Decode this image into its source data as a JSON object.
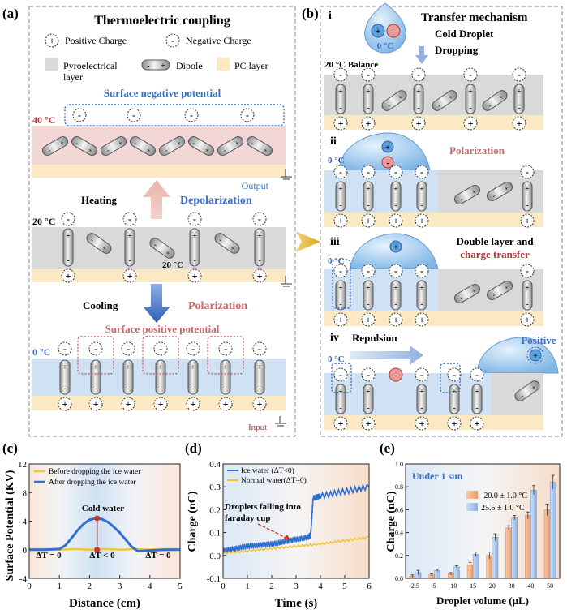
{
  "panel_a": {
    "label": "(a)",
    "title": "Thermoelectric coupling",
    "legend": {
      "positive": "Positive Charge",
      "negative": "Negative Charge",
      "pyro_line1": "Pyroelectrical",
      "pyro_line2": "layer",
      "dipole": "Dipole",
      "pc": "PC layer"
    },
    "surface_negative": "Surface negative potential",
    "t40": "40 °C",
    "output": "Output",
    "heating": "Heating",
    "depolarization": "Depolarization",
    "t20": "20 °C",
    "t20_inner": "20 °C",
    "cooling": "Cooling",
    "polarization": "Polarization",
    "surface_positive": "Surface positive potential",
    "t0": "0 °C",
    "input": "Input"
  },
  "panel_b": {
    "label": "(b)",
    "i": "i",
    "title": "Transfer mechanism",
    "cold_droplet": "Cold Droplet",
    "dropping": "Dropping",
    "t0": "0 °C",
    "balance": "20 °C Balance",
    "ii": "ii",
    "ii_t0": "0 °C",
    "polarization": "Polarization",
    "iii": "iii",
    "iii_t0": "0 °C",
    "double_layer": "Double layer and",
    "charge_transfer": "charge transfer",
    "iv": "iv",
    "iv_t0": "0 °C",
    "repulsion": "Repulsion",
    "positive": "Positive"
  },
  "panel_c": {
    "label": "(c)",
    "ylabel": "Surface Potential (KV)",
    "xlabel": "Distance (cm)",
    "legend_before": "Before dropping the ice water",
    "legend_after": "After dropping the ice water",
    "cold_water": "Cold water",
    "dt_left": "ΔT = 0",
    "dt_mid": "ΔT < 0",
    "dt_right": "ΔT = 0"
  },
  "panel_d": {
    "label": "(d)",
    "ylabel": "Charge (nC)",
    "xlabel": "Time (s)",
    "legend_ice": "Ice water (ΔT<0)",
    "legend_normal": "Normal water(ΔT=0)",
    "annot1": "Droplets falling into",
    "annot2": "faraday cup"
  },
  "panel_e": {
    "label": "(e)",
    "ylabel": "Charge (nC)",
    "xlabel": "Droplet volume (μL)",
    "under": "Under 1 sun",
    "legend_cold": "-20.0 ± 1.0 °C",
    "legend_warm": "25.5 ± 1.0 °C"
  },
  "colors": {
    "blue": "#3b6fc4",
    "red": "#b03a3a",
    "pink": "#f2d6d6",
    "lightblue": "#cfe1f3",
    "gray": "#d9d9d9",
    "pc": "#fbe9c4",
    "orange": "#f4a77a"
  },
  "chart_data": [
    {
      "type": "line",
      "xlabel": "Distance (cm)",
      "ylabel": "Surface Potential (KV)",
      "xlim": [
        0,
        5
      ],
      "ylim": [
        -4,
        12
      ],
      "xticks": [
        0,
        1,
        2,
        3,
        4,
        5
      ],
      "yticks": [
        -4,
        0,
        4,
        8,
        12
      ],
      "series": [
        {
          "name": "Before dropping the ice water",
          "x": [
            0,
            0.5,
            1,
            1.5,
            2,
            2.5,
            3,
            3.5,
            4,
            4.5,
            5
          ],
          "y": [
            0.1,
            0.1,
            0.0,
            0.1,
            0.0,
            0.1,
            0.0,
            0.1,
            0.0,
            0.1,
            0.1
          ]
        },
        {
          "name": "After dropping the ice water",
          "x": [
            0,
            0.5,
            1.0,
            1.2,
            1.4,
            1.6,
            1.8,
            2.0,
            2.2,
            2.4,
            2.6,
            2.8,
            3.0,
            3.2,
            3.4,
            3.6,
            4.0,
            4.5,
            5
          ],
          "y": [
            0.0,
            0.0,
            0.1,
            0.6,
            1.6,
            2.7,
            3.6,
            4.2,
            4.4,
            4.3,
            3.9,
            3.2,
            2.4,
            1.4,
            0.4,
            -0.2,
            -0.1,
            0.0,
            0.0
          ]
        }
      ]
    },
    {
      "type": "line",
      "xlabel": "Time (s)",
      "ylabel": "Charge (nC)",
      "xlim": [
        0,
        6
      ],
      "ylim": [
        -0.1,
        0.4
      ],
      "xticks": [
        0,
        1,
        2,
        3,
        4,
        5,
        6
      ],
      "yticks": [
        -0.1,
        0.0,
        0.1,
        0.2,
        0.3,
        0.4
      ],
      "series": [
        {
          "name": "Ice water (ΔT<0)",
          "x": [
            0,
            0.5,
            1,
            1.5,
            2,
            2.5,
            3,
            3.5,
            3.6,
            3.7,
            4,
            5,
            6
          ],
          "y": [
            0.02,
            0.03,
            0.04,
            0.045,
            0.05,
            0.06,
            0.07,
            0.08,
            0.09,
            0.25,
            0.26,
            0.28,
            0.3
          ]
        },
        {
          "name": "Normal water(ΔT=0)",
          "x": [
            0,
            1,
            2,
            3,
            4,
            5,
            6
          ],
          "y": [
            0.01,
            0.02,
            0.03,
            0.04,
            0.05,
            0.065,
            0.08
          ]
        }
      ]
    },
    {
      "type": "bar",
      "xlabel": "Droplet volume (μL)",
      "ylabel": "Charge (nC)",
      "ylim": [
        0,
        1.0
      ],
      "yticks": [
        0,
        0.2,
        0.4,
        0.6,
        0.8,
        1.0
      ],
      "categories": [
        "2.5",
        "5",
        "10",
        "15",
        "20",
        "30",
        "40",
        "50"
      ],
      "series": [
        {
          "name": "-20.0 ± 1.0 °C",
          "values": [
            0.02,
            0.03,
            0.04,
            0.12,
            0.2,
            0.44,
            0.55,
            0.6
          ],
          "errors": [
            0.01,
            0.01,
            0.01,
            0.02,
            0.03,
            0.02,
            0.03,
            0.05
          ]
        },
        {
          "name": "25.5 ± 1.0 °C",
          "values": [
            0.05,
            0.07,
            0.1,
            0.21,
            0.36,
            0.53,
            0.77,
            0.84
          ],
          "errors": [
            0.02,
            0.01,
            0.01,
            0.02,
            0.03,
            0.02,
            0.04,
            0.06
          ]
        }
      ]
    }
  ]
}
